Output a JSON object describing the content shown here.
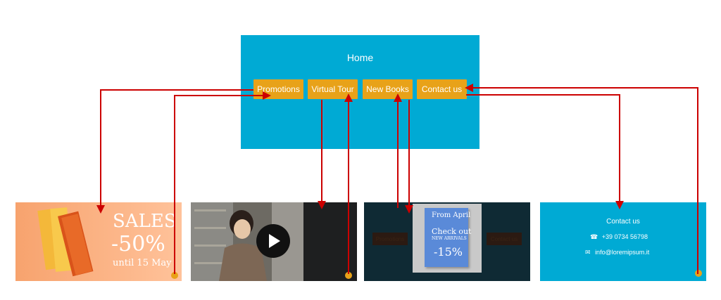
{
  "home": {
    "title": "Home",
    "buttons": [
      "Promotions",
      "Virtual Tour",
      "New Books",
      "Contact us"
    ]
  },
  "sales": {
    "heading": "SALES",
    "discount": "-50%",
    "until": "until 15 May"
  },
  "books": {
    "line1": "From April",
    "line2": "Check out",
    "line3": "NEW ARRIVALS",
    "discount": "-15%",
    "left_button": "Promotions",
    "right_button": "Contact us"
  },
  "contact": {
    "title": "Contact us",
    "phone": "+39 0734 56798",
    "email": "info@loremipsum.it"
  },
  "colors": {
    "home_bg": "#00aad4",
    "button": "#e8a219",
    "arrow": "#cc0000"
  }
}
